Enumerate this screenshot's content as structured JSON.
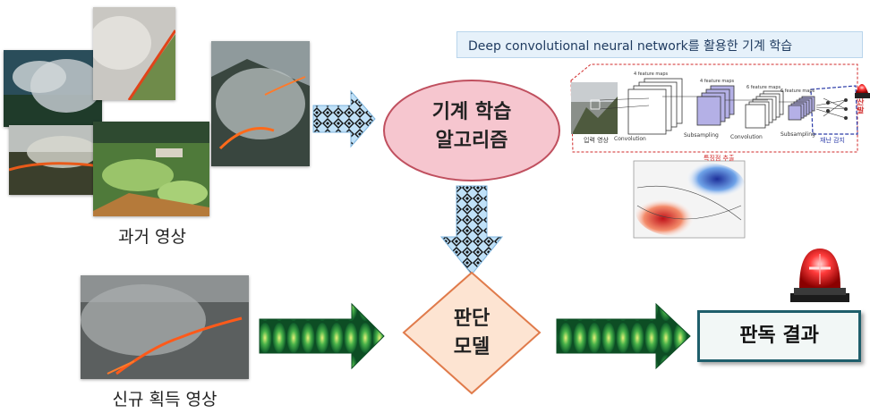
{
  "labels": {
    "past_images": "과거 영상",
    "new_images": "신규 획득 영상",
    "ml_algorithm_line1": "기계 학습",
    "ml_algorithm_line2": "알고리즘",
    "decision_model_line1": "판단",
    "decision_model_line2": "모델",
    "result": "판독 결과",
    "deep_learning_caption": "Deep convolutional neural network를 활용한 기계 학습"
  },
  "cnn": {
    "input_label": "입력 영상",
    "stage_labels": [
      "Convolution",
      "Subsampling",
      "Convolution",
      "Subsampling"
    ],
    "map_labels": [
      "4 feature maps",
      "4 feature maps",
      "6 feature maps",
      "6 feature maps"
    ],
    "feature_extract_label": "특징점 추출",
    "disaster_label": "재난 감지",
    "alarm_text": "산\n발"
  },
  "colors": {
    "ellipse_fill": "#f6c6cf",
    "ellipse_stroke": "#c0505f",
    "diamond_fill": "#fde4d2",
    "diamond_stroke": "#e07b4b",
    "result_border": "#1f5e6b",
    "caption_bg": "#e6f1fa"
  }
}
